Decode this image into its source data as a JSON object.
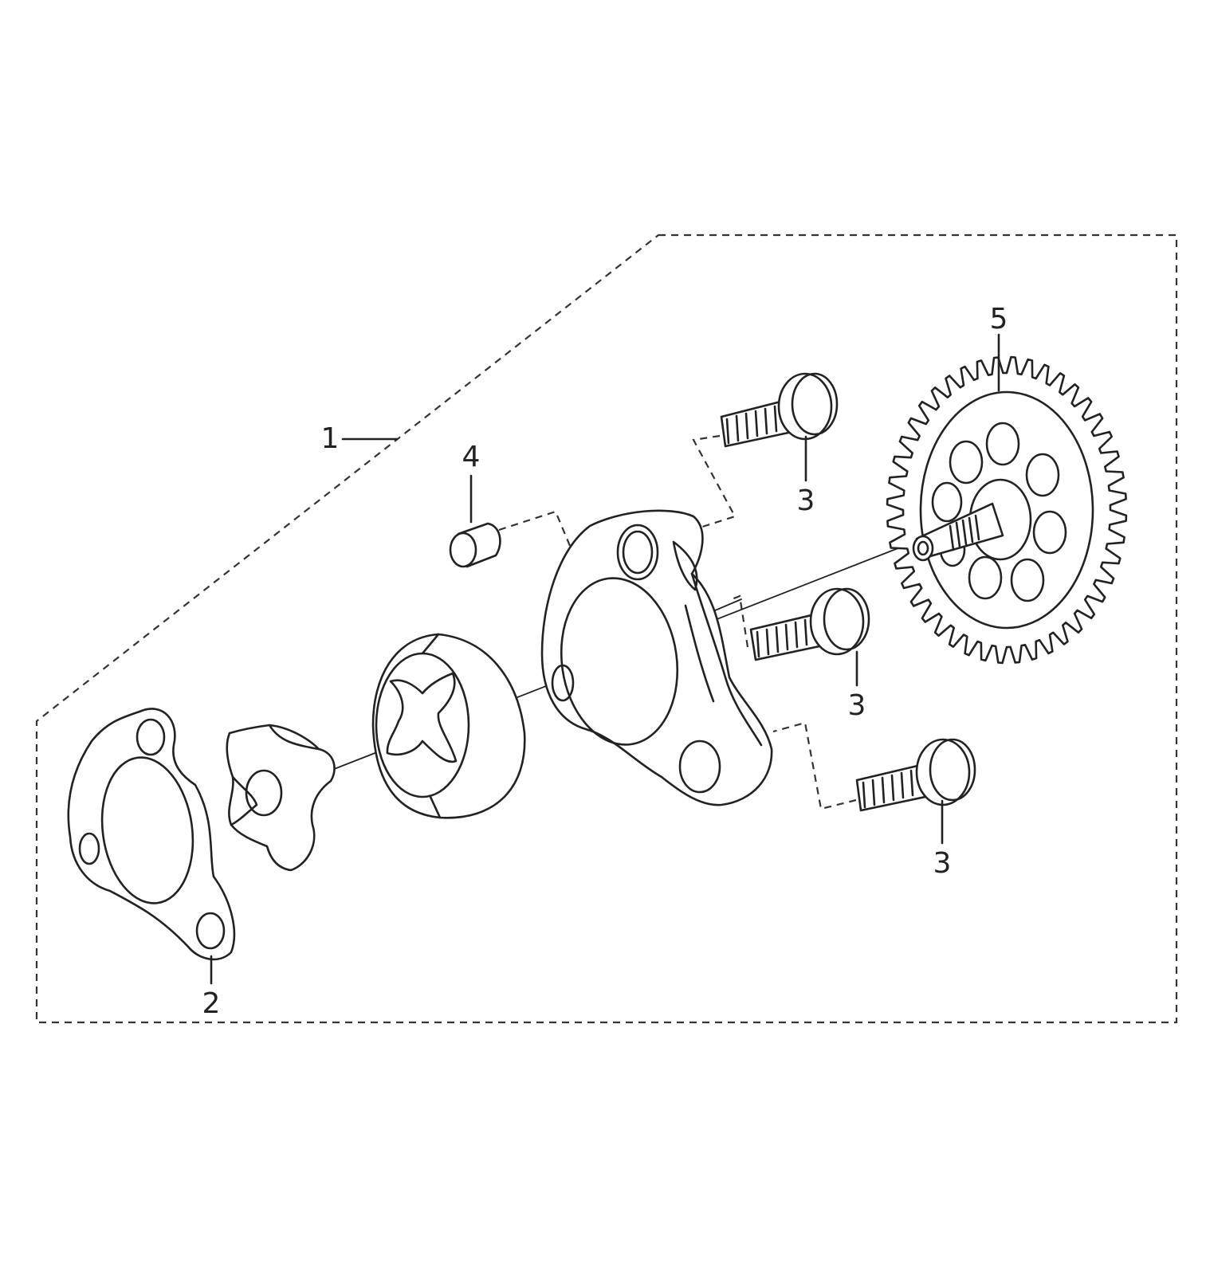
{
  "callouts": {
    "assembly": "1",
    "gasket": "2",
    "bolt_top": "3",
    "bolt_middle": "3",
    "bolt_bottom": "3",
    "dowel_pin": "4",
    "drive_gear": "5"
  }
}
